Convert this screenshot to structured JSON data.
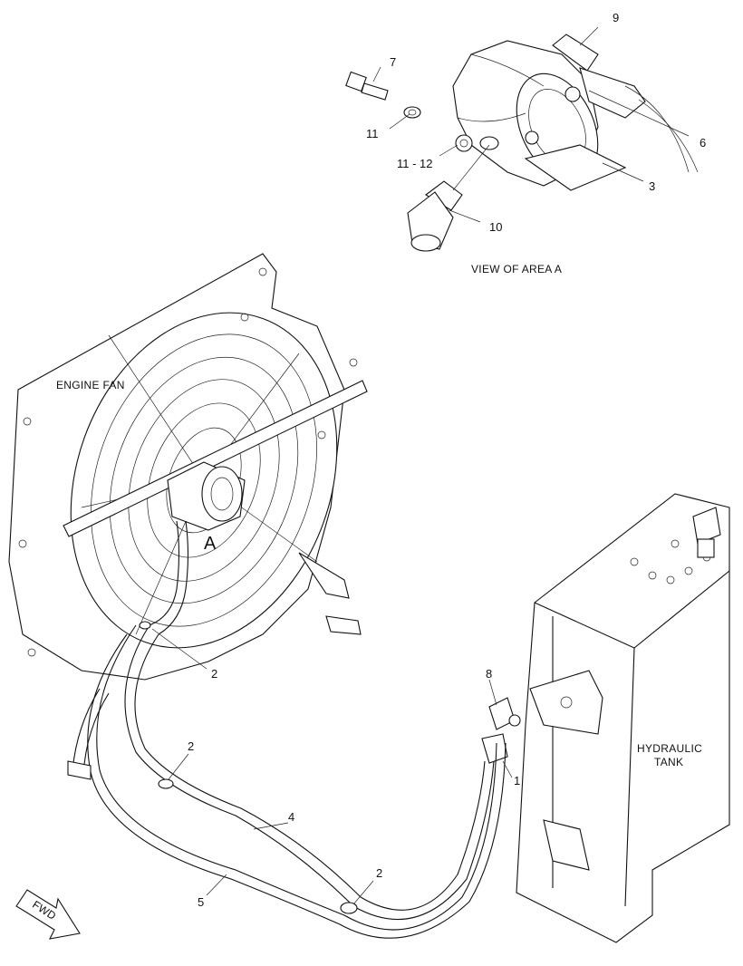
{
  "view_caption": "VIEW OF AREA  A",
  "labels": {
    "engine_fan": "ENGINE FAN",
    "hydraulic_tank_line1": "HYDRAULIC",
    "hydraulic_tank_line2": "TANK",
    "area_marker": "A",
    "fwd": "FWD"
  },
  "callouts": {
    "c9": "9",
    "c7": "7",
    "c11": "11",
    "c6": "6",
    "c11_12": "11 - 12",
    "c3": "3",
    "c10": "10",
    "c2_fan": "2",
    "c8": "8",
    "c2_left": "2",
    "c1": "1",
    "c4": "4",
    "c2_bottom": "2",
    "c5": "5"
  }
}
